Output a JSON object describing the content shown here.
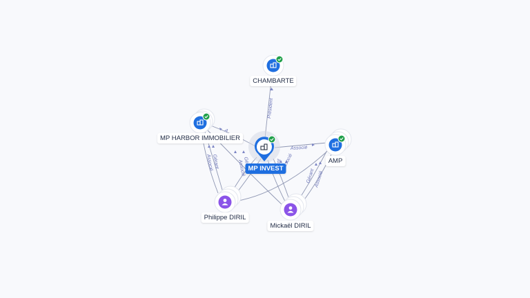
{
  "colors": {
    "edge": "#8f97b3",
    "edge_label": "#6b74b8",
    "company": "#1f6fe0",
    "person": "#8b54e8",
    "check": "#20a04a",
    "focus_ring": "#d6dbe6"
  },
  "nodes": {
    "chambarte": {
      "label": "CHAMBARTE",
      "kind": "company",
      "icon": "building-icon"
    },
    "mp_harbor": {
      "label": "MP HARBOR IMMOBILIER",
      "kind": "company",
      "icon": "building-icon"
    },
    "mp_invest": {
      "label": "MP INVEST",
      "kind": "company-focus",
      "icon": "building-icon"
    },
    "amp": {
      "label": "AMP",
      "kind": "company",
      "icon": "building-icon"
    },
    "philippe": {
      "label": "Philippe DIRIL",
      "kind": "person",
      "icon": "person-icon"
    },
    "mickael": {
      "label": "Mickaël DIRIL",
      "kind": "person",
      "icon": "person-icon"
    }
  },
  "edges": {
    "president": "Président",
    "associe_mp_amp": "Associé",
    "associe_harbor_a": "A",
    "gerant_philippe_harbor": "Gérant",
    "associe_philippe_harbor": "Associé",
    "gerant_philippe_invest": "Gérant",
    "associe_philippe_invest": "Associé",
    "gerant_mickael_invest": "Gérant",
    "associe_mickael_invest": "Associé",
    "gerant_mickael_amp": "Gérant",
    "associe_mickael_amp": "Associé"
  }
}
